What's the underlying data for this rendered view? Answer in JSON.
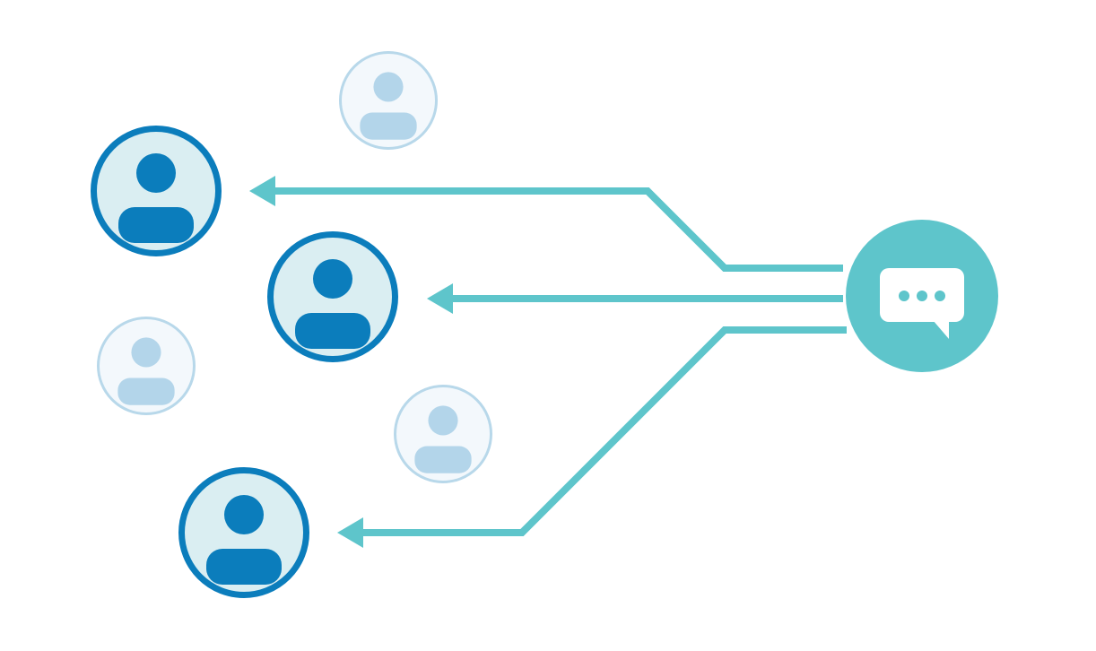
{
  "diagram": {
    "colors": {
      "background": "#ffffff",
      "arrow": "#5ec5cb",
      "hub_fill": "#5ec5cb",
      "hub_icon": "#ffffff",
      "hub_dots": "#5ec5cb",
      "active_ring": "#0b7dbc",
      "active_fill": "#daeef2",
      "active_person": "#0b7dbc",
      "inactive_ring": "#b8d8ea",
      "inactive_fill": "#f3f8fc",
      "inactive_person": "#b3d5ea"
    },
    "hub": {
      "icon": "chat-bubble-icon"
    },
    "users": [
      {
        "id": "user-1",
        "state": "active",
        "icon": "user-icon"
      },
      {
        "id": "user-2",
        "state": "active",
        "icon": "user-icon"
      },
      {
        "id": "user-3",
        "state": "active",
        "icon": "user-icon"
      },
      {
        "id": "user-4",
        "state": "inactive",
        "icon": "user-icon"
      },
      {
        "id": "user-5",
        "state": "inactive",
        "icon": "user-icon"
      },
      {
        "id": "user-6",
        "state": "inactive",
        "icon": "user-icon"
      }
    ],
    "connections": [
      {
        "from": "hub",
        "to": "user-1"
      },
      {
        "from": "hub",
        "to": "user-2"
      },
      {
        "from": "hub",
        "to": "user-3"
      }
    ]
  }
}
